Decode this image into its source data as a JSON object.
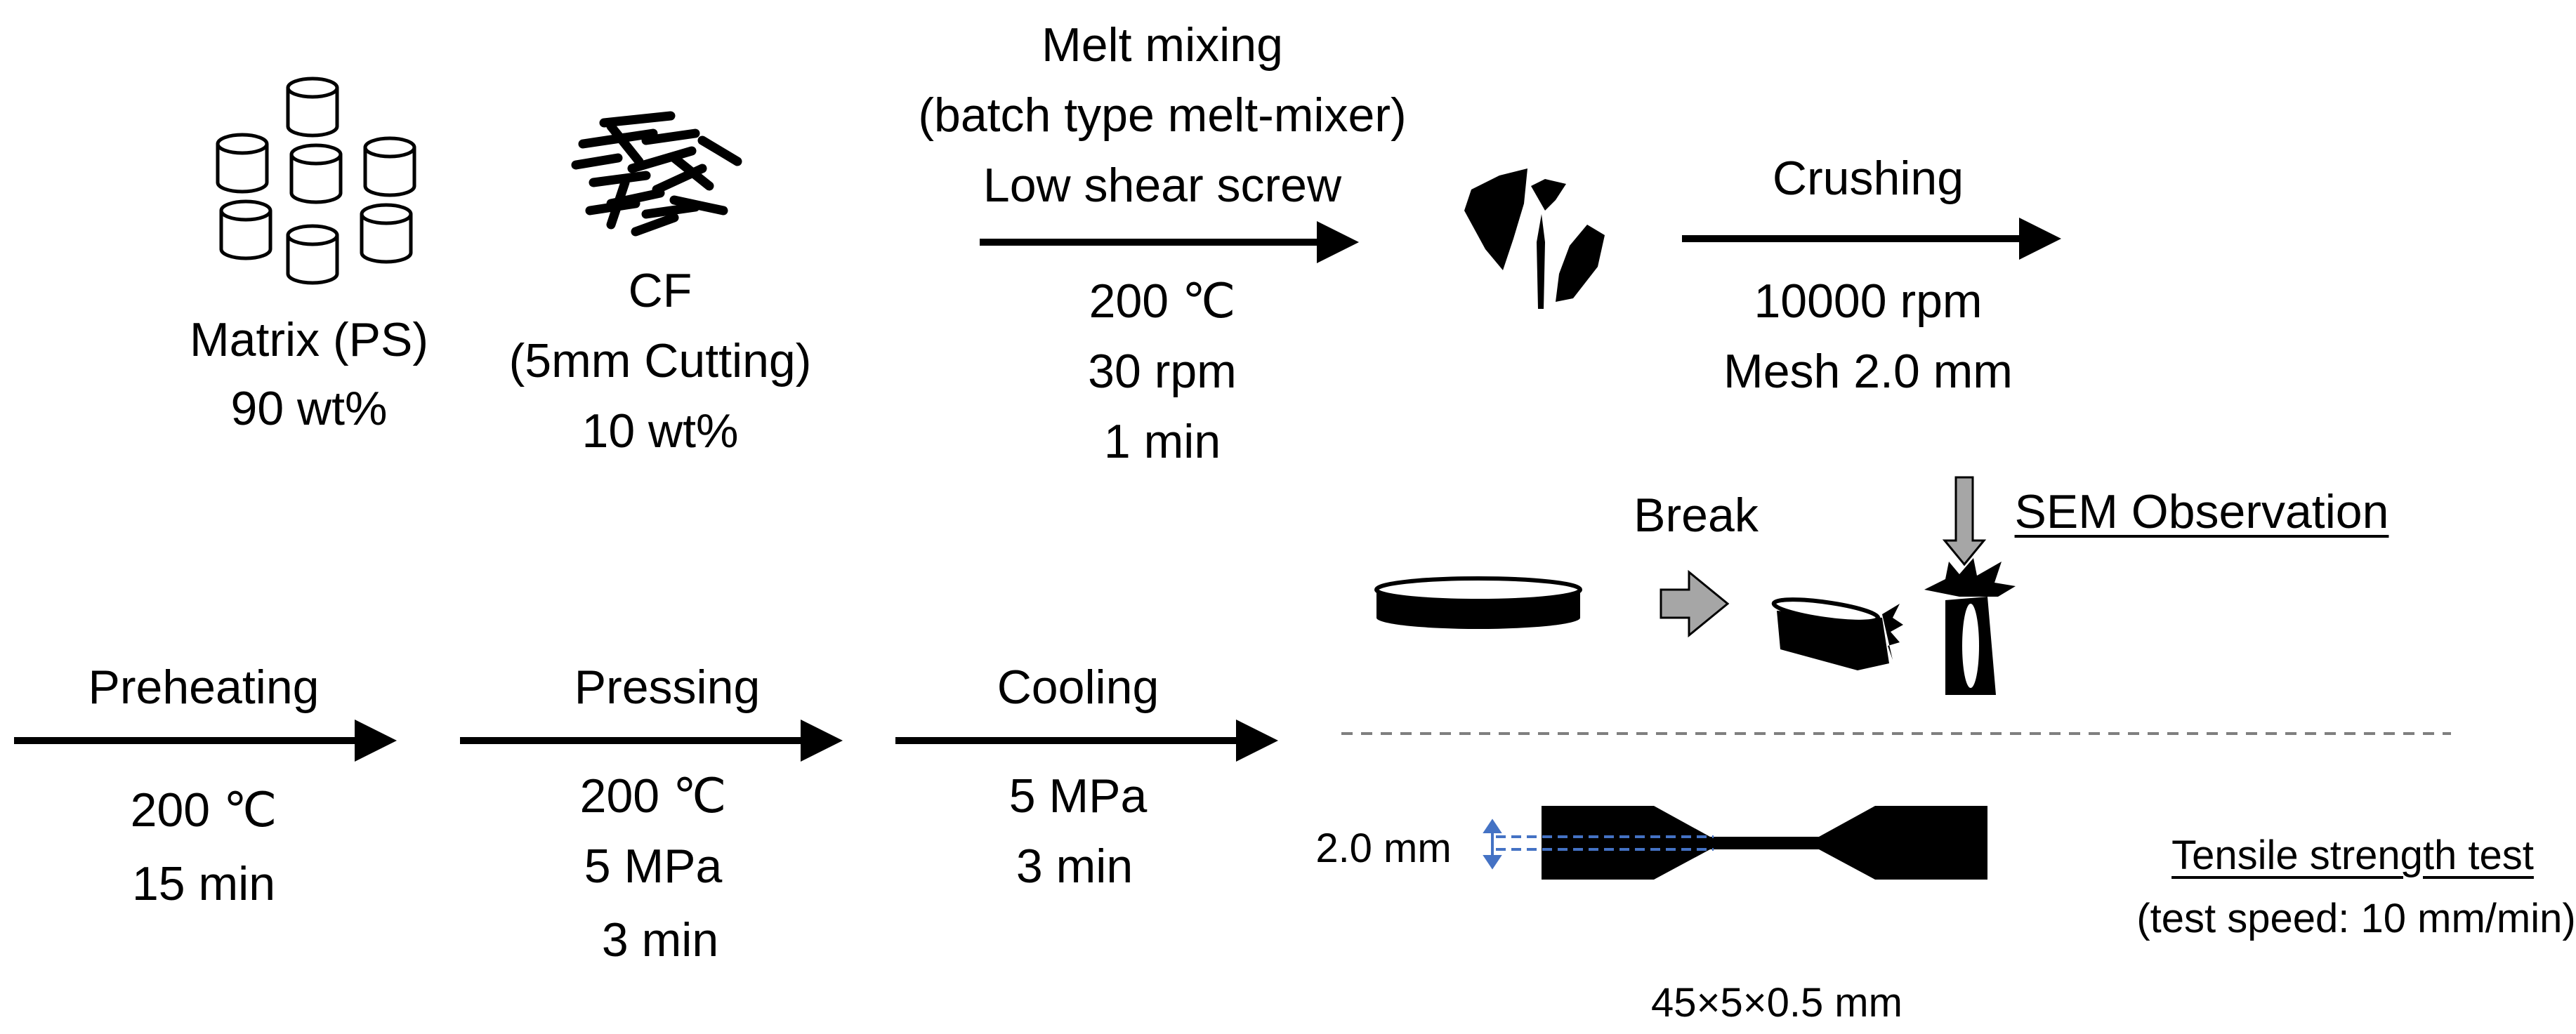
{
  "matrix": {
    "label": "Matrix (PS)",
    "amount": "90 wt%"
  },
  "cf": {
    "label": "CF",
    "detail": "(5mm Cutting)",
    "amount": "10 wt%"
  },
  "melt_mixing": {
    "title": "Melt mixing",
    "subtitle": "(batch type melt-mixer)",
    "screw": "Low shear screw",
    "temp": "200 ℃",
    "speed": "30 rpm",
    "time": "1 min"
  },
  "crushing": {
    "title": "Crushing",
    "speed": "10000 rpm",
    "mesh": "Mesh 2.0 mm"
  },
  "preheating": {
    "title": "Preheating",
    "temp": "200 ℃",
    "time": "15 min"
  },
  "pressing": {
    "title": "Pressing",
    "temp": "200 ℃",
    "pressure": "5 MPa",
    "time": "3 min"
  },
  "cooling": {
    "title": "Cooling",
    "pressure": "5 MPa",
    "time": "3 min"
  },
  "break_label": "Break",
  "sem_label": "SEM Observation",
  "tensile": {
    "thickness": "2.0 mm",
    "title": "Tensile strength test",
    "speed": "(test speed: 10 mm/min)",
    "dims": "45×5×0.5 mm"
  },
  "colors": {
    "ink": "#000000",
    "arrow_gray": "#a6a6a6",
    "dashed_blue": "#4472c4",
    "divider": "#7f7f7f"
  }
}
